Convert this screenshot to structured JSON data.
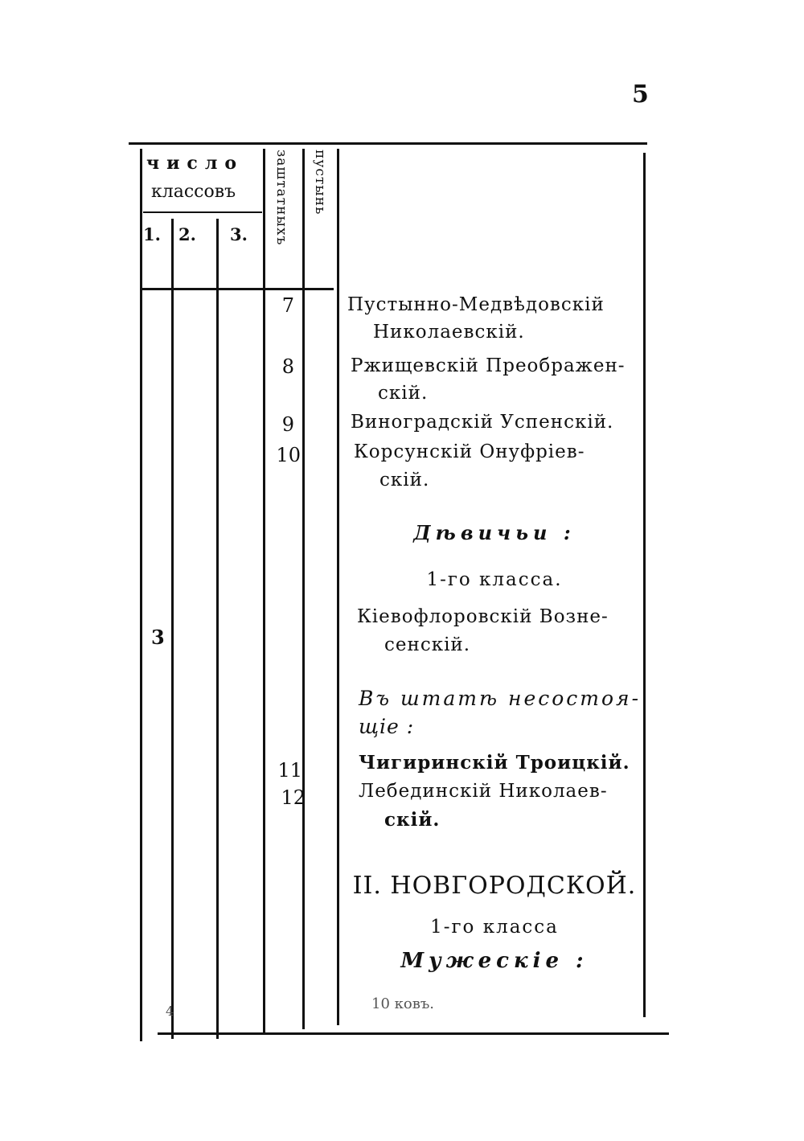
{
  "page": {
    "number": "5"
  },
  "table_header": {
    "group_title": "число",
    "group_subtitle": "классовъ",
    "class_columns": [
      "1.",
      "2.",
      "3."
    ],
    "col_supernumerary": "заштатныхъ",
    "col_deserted": "пустынь"
  },
  "rows_top": [
    {
      "num": "7",
      "lines": [
        "Пустынно-Медвѣдовскій",
        "Николаевскій."
      ]
    },
    {
      "num": "8",
      "lines": [
        "Ржищевскій Преображен-",
        "скій."
      ]
    },
    {
      "num": "9",
      "lines": [
        "Виноградскій Успенскій."
      ]
    },
    {
      "num": "10",
      "lines": [
        "Корсунскій Онуфріев-",
        "скій."
      ]
    }
  ],
  "section_women": {
    "heading": "Дѣвичьи :",
    "class_label": "1-го класса.",
    "entry_lines": [
      "Кіевофлоровскій Возне-",
      "сенскій."
    ],
    "class1_count": "3"
  },
  "section_nonstaff": {
    "heading_lines": [
      "Въ штатѣ несостоя-",
      "щіе :"
    ],
    "rows": [
      {
        "num": "11",
        "lines": [
          "Чигиринскій Троицкій."
        ]
      },
      {
        "num": "12",
        "lines": [
          "Лебединскій Николаев-",
          "скій."
        ]
      }
    ]
  },
  "section_novgorod": {
    "title": "II. НОВГОРОДСКОЙ.",
    "class_label": "1-го класса",
    "subheading": "Мужескіе :",
    "partial_line": "10 ковъ."
  },
  "footer_mark": "4"
}
